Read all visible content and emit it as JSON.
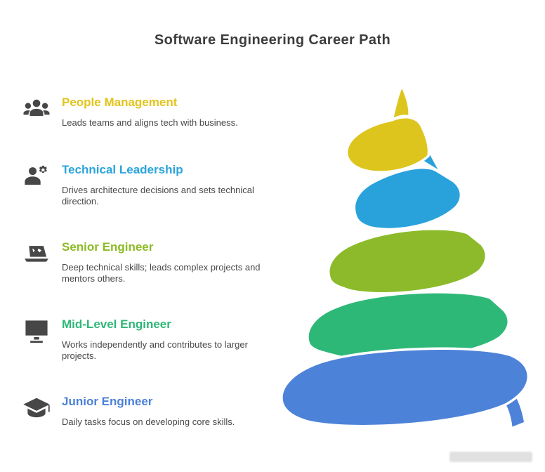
{
  "title": "Software Engineering Career Path",
  "title_color": "#3d3d3d",
  "description_color": "#484848",
  "icon_color": "#474747",
  "levels": [
    {
      "name": "People Management",
      "color": "#e2c31a",
      "icon": "users-icon",
      "description": "Leads teams and aligns tech with business."
    },
    {
      "name": "Technical Leadership",
      "color": "#2aa4dc",
      "icon": "user-gear-icon",
      "description": "Drives architecture decisions and sets technical direction."
    },
    {
      "name": "Senior Engineer",
      "color": "#8cbb24",
      "icon": "laptop-code-icon",
      "description": "Deep technical skills; leads complex projects and mentors others."
    },
    {
      "name": "Mid-Level Engineer",
      "color": "#2db876",
      "icon": "monitor-icon",
      "description": "Works independently and contributes to larger projects."
    },
    {
      "name": "Junior Engineer",
      "color": "#4b80d9",
      "icon": "graduation-cap-icon",
      "description": "Daily tasks focus on developing core skills."
    }
  ],
  "cone": {
    "type": "spiral-cone",
    "band_labels_top_to_bottom": [
      "People Management",
      "Technical Leadership",
      "Senior Engineer",
      "Mid-Level Engineer",
      "Junior Engineer"
    ],
    "band_colors": [
      "#ddc51e",
      "#29a2dc",
      "#8cba2a",
      "#2eb878",
      "#4d82d9"
    ]
  }
}
